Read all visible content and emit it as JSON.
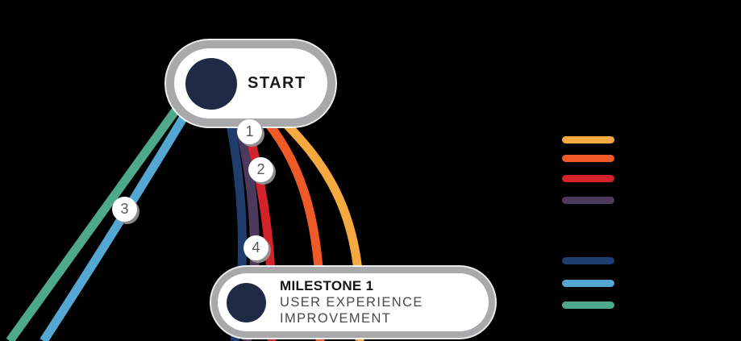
{
  "canvas": {
    "background": "#000000"
  },
  "start_node": {
    "label": "START",
    "circle_color": "#1F2A44",
    "ring_color": "#A9A9AB"
  },
  "milestone_node": {
    "title": "MILESTONE 1",
    "subtitle_lines": [
      "USER EXPERIENCE",
      "IMPROVEMENT"
    ],
    "circle_color": "#1F2A44",
    "ring_color": "#A9A9AB"
  },
  "markers": [
    {
      "label": "1"
    },
    {
      "label": "2"
    },
    {
      "label": "3"
    },
    {
      "label": "4"
    }
  ],
  "lines": [
    {
      "name": "teal-connector",
      "color": "#4EA88B"
    },
    {
      "name": "light-blue-connector",
      "color": "#55A7D3"
    },
    {
      "name": "purple-connector",
      "color": "#4B3A5E"
    },
    {
      "name": "navy-connector",
      "color": "#1F3E6E"
    },
    {
      "name": "red-connector",
      "color": "#D2232A"
    },
    {
      "name": "orange-connector",
      "color": "#F05A28"
    },
    {
      "name": "amber-connector",
      "color": "#F7A941"
    }
  ],
  "legend": {
    "items": [
      {
        "name": "amber",
        "color": "#F7A941"
      },
      {
        "name": "orange",
        "color": "#F05A28"
      },
      {
        "name": "red",
        "color": "#D2232A"
      },
      {
        "name": "purple",
        "color": "#4B3A5E"
      },
      {
        "name": "navy",
        "color": "#1F3E6E"
      },
      {
        "name": "light-blue",
        "color": "#55A7D3"
      },
      {
        "name": "teal",
        "color": "#4EA88B"
      }
    ]
  }
}
